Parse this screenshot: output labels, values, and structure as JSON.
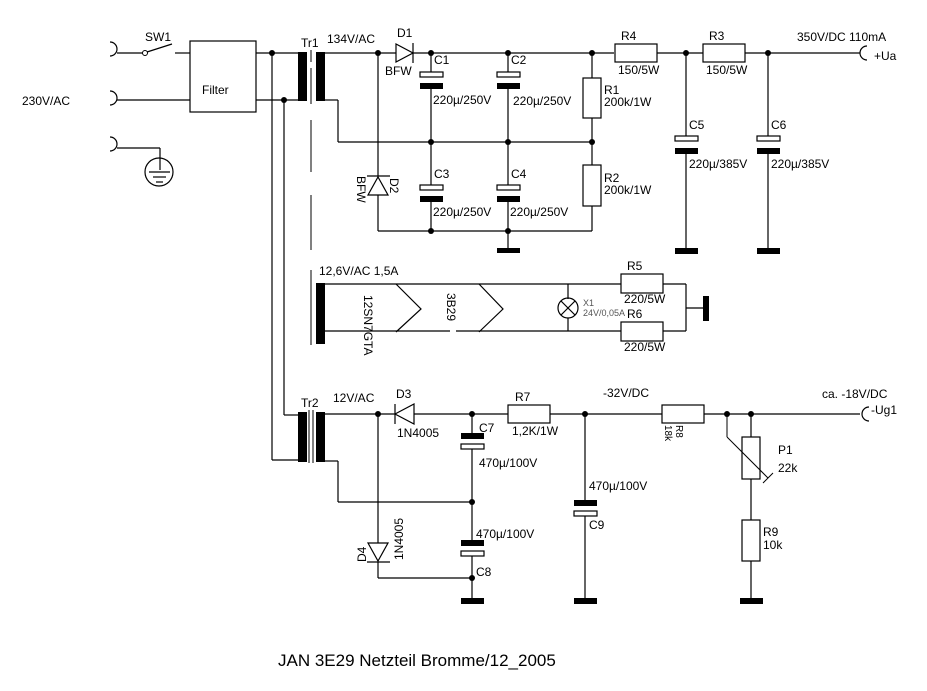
{
  "title": "JAN 3E29 Netzteil Bromme/12_2005",
  "colors": {
    "ink": "#000000",
    "background": "#ffffff",
    "lamp_label": "#555555"
  },
  "mains": {
    "label": "230V/AC",
    "switch": "SW1",
    "filter": "Filter"
  },
  "tr1": {
    "name": "Tr1",
    "secondary_hv": "134V/AC",
    "secondary_heater": "12,6V/AC 1,5A"
  },
  "tr2": {
    "name": "Tr2",
    "secondary": "12V/AC"
  },
  "hv": {
    "d1": {
      "name": "D1",
      "type": "BFW"
    },
    "d2": {
      "name": "D2",
      "type": "BFW"
    },
    "c1": {
      "name": "C1",
      "value": "220µ/250V"
    },
    "c2": {
      "name": "C2",
      "value": "220µ/250V"
    },
    "c3": {
      "name": "C3",
      "value": "220µ/250V"
    },
    "c4": {
      "name": "C4",
      "value": "220µ/250V"
    },
    "r1": {
      "name": "R1",
      "value": "200k/1W"
    },
    "r2": {
      "name": "R2",
      "value": "200k/1W"
    },
    "r4": {
      "name": "R4",
      "value": "150/5W"
    },
    "r3": {
      "name": "R3",
      "value": "150/5W"
    },
    "c5": {
      "name": "C5",
      "value": "220µ/385V"
    },
    "c6": {
      "name": "C6",
      "value": "220µ/385V"
    },
    "output": {
      "voltage": "350V/DC 110mA",
      "terminal": "+Ua"
    }
  },
  "heater": {
    "tube1": "12SN7GTA",
    "tube2": "3B29",
    "lamp": {
      "name": "X1",
      "value": "24V/0,05A"
    },
    "r5": {
      "name": "R5",
      "value": "220/5W"
    },
    "r6": {
      "name": "R6",
      "value": "220/5W"
    }
  },
  "bias": {
    "d3": {
      "name": "D3",
      "type": "1N4005"
    },
    "d4": {
      "name": "D4",
      "type": "1N4005"
    },
    "c7": {
      "name": "C7",
      "value": "470µ/100V"
    },
    "c8": {
      "name": "C8",
      "value": "470µ/100V"
    },
    "c9": {
      "name": "C9",
      "value": "470µ/100V"
    },
    "r7": {
      "name": "R7",
      "value": "1,2K/1W"
    },
    "rail": "-32V/DC",
    "r8": {
      "name": "R8",
      "value": "18k"
    },
    "p1": {
      "name": "P1",
      "value": "22k"
    },
    "r9": {
      "name": "R9",
      "value": "10k"
    },
    "output": {
      "voltage": "ca. -18V/DC",
      "terminal": "-Ug1"
    }
  }
}
